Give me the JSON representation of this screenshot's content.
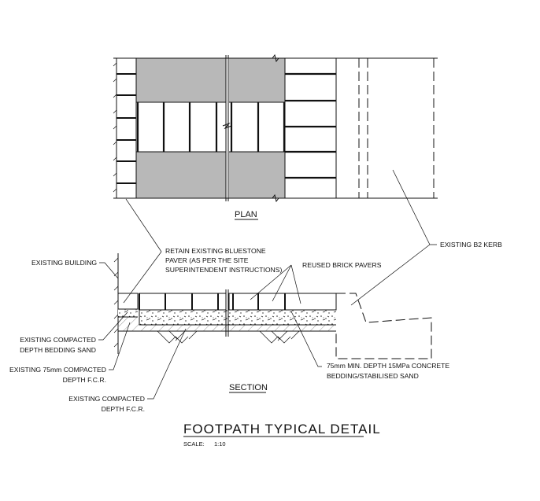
{
  "plan": {
    "title": "PLAN"
  },
  "section": {
    "title": "SECTION"
  },
  "labels": {
    "existing_building": "EXISTING BUILDING",
    "bluestone": [
      "RETAIN EXISTING BLUESTONE",
      "PAVER (AS PER THE SITE",
      "SUPERINTENDENT INSTRUCTIONS)"
    ],
    "reused_brick_pavers": "REUSED BRICK PAVERS",
    "existing_kerb": "EXISTING B2 KERB",
    "bedding_sand": [
      "EXISTING COMPACTED",
      "DEPTH BEDDING SAND"
    ],
    "fcr_75": [
      "EXISTING 75mm COMPACTED",
      "DEPTH F.C.R."
    ],
    "fcr": [
      "EXISTING COMPACTED",
      "DEPTH F.C.R."
    ],
    "concrete": [
      "75mm MIN. DEPTH 15MPa CONCRETE",
      "BEDDING/STABILISED SAND"
    ]
  },
  "title_block": {
    "title": "FOOTPATH TYPICAL DETAIL",
    "scale_label": "SCALE:",
    "scale_value": "1:10"
  },
  "colors": {
    "ink": "#111111",
    "existing_paver_fill": "#b8b8b8"
  }
}
